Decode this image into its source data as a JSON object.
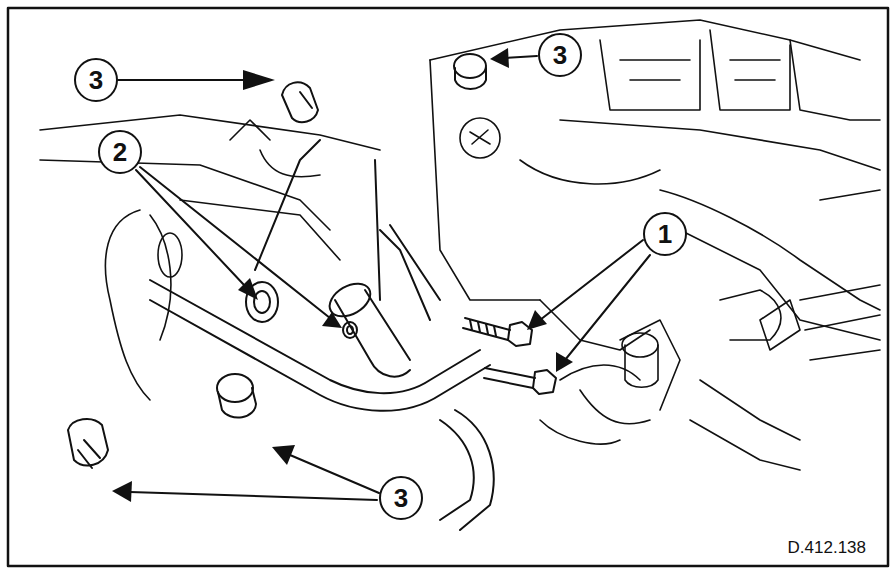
{
  "diagram": {
    "nodes": [
      {
        "text": [
          "3"
        ]
      },
      {
        "text": [
          "3"
        ]
      },
      {
        "text": [
          "2"
        ]
      },
      {
        "text": [
          "1"
        ]
      },
      {
        "text": [
          "3"
        ]
      }
    ],
    "edges": [],
    "labels": [
      "D.412.138"
    ]
  }
}
